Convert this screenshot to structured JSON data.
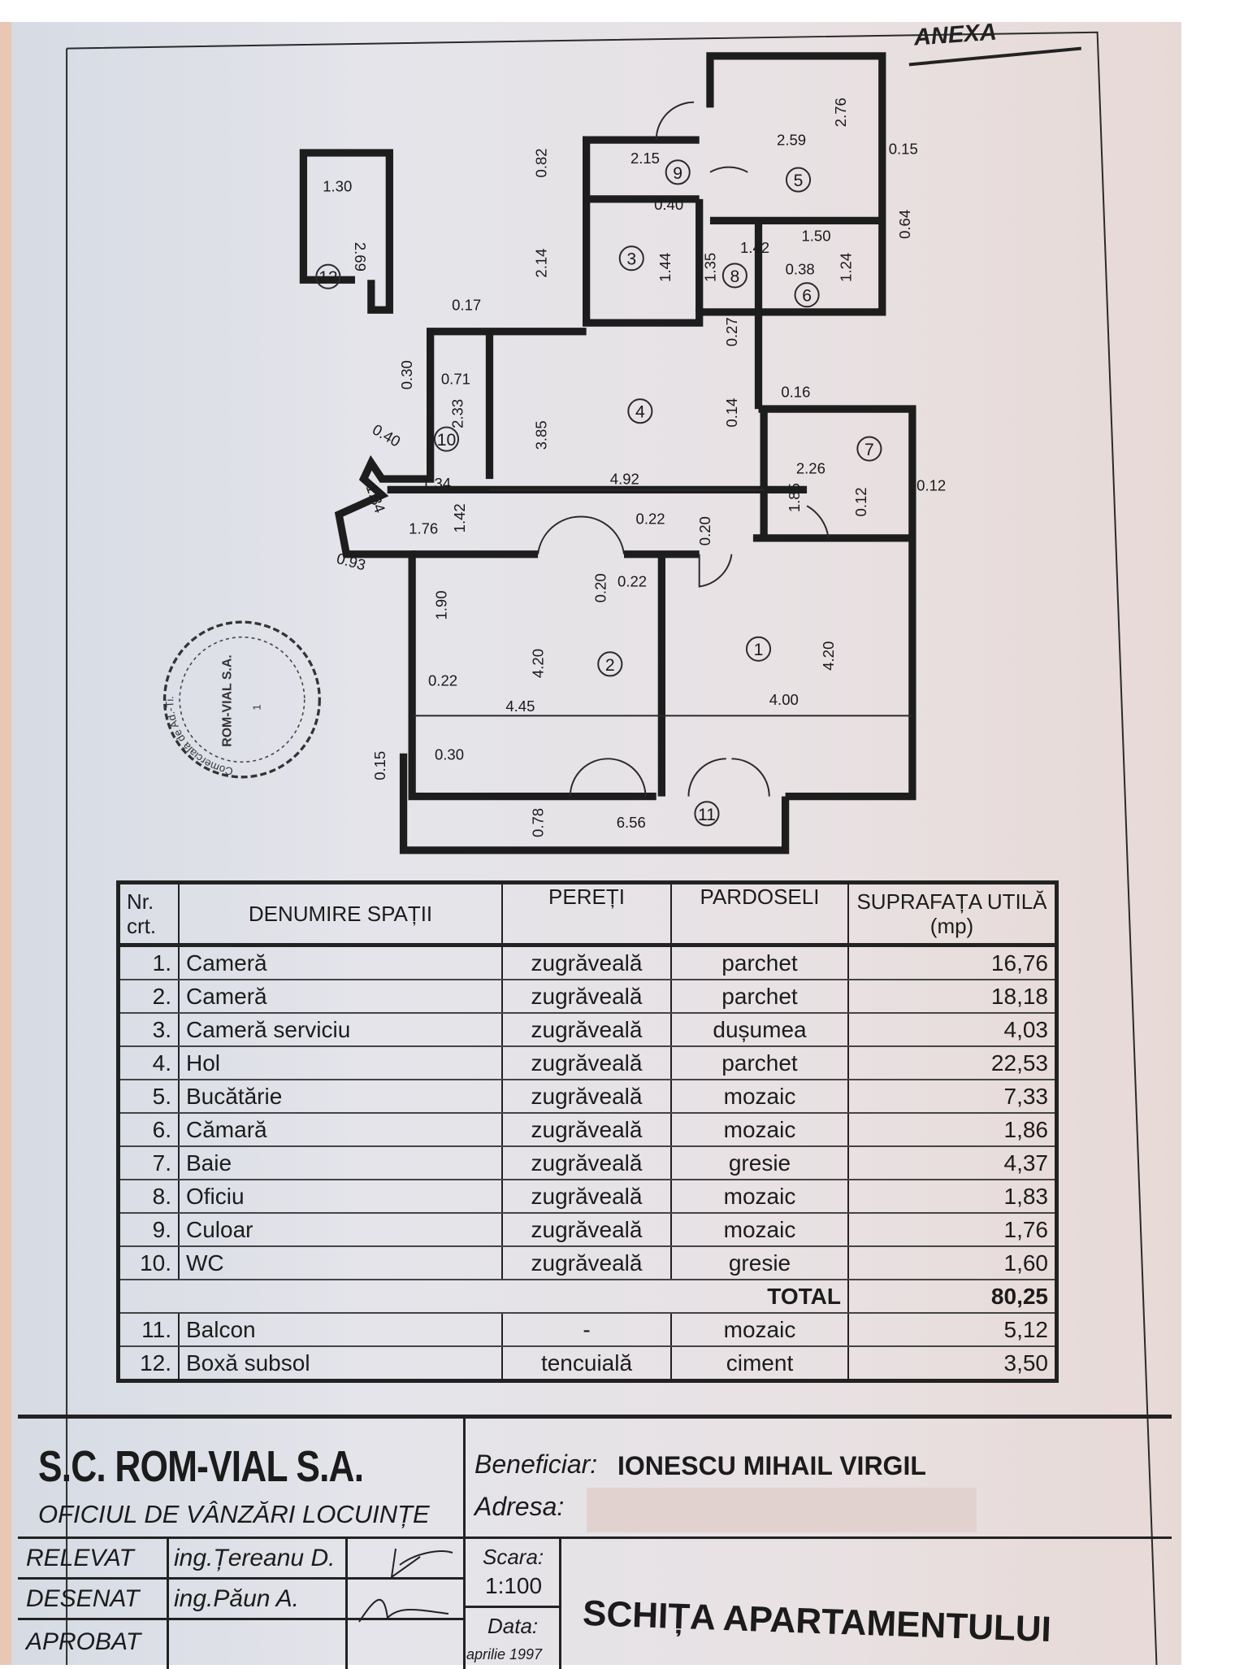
{
  "annex_label": "ANEXA",
  "plan": {
    "dimensions": [
      "1.30",
      "2.69",
      "0.82",
      "2.15",
      "0.40",
      "2.59",
      "2.76",
      "0.15",
      "0.64",
      "1.42",
      "1.50",
      "0.38",
      "1.24",
      "1.35",
      "1.44",
      "2.14",
      "0.17",
      "0.30",
      "0.71",
      "2.33",
      "0.40",
      "3.85",
      "0.27",
      "0.14",
      "0.16",
      "2.26",
      "4.92",
      "1.85",
      "0.12",
      "0.12",
      "1.34",
      "1.42",
      "1.34",
      "1.76",
      "0.22",
      "0.20",
      "0.93",
      "0.20",
      "0.22",
      "1.90",
      "4.20",
      "4.20",
      "0.22",
      "4.45",
      "4.00",
      "0.15",
      "0.30",
      "0.78",
      "6.56"
    ],
    "room_numbers": [
      "1",
      "2",
      "3",
      "4",
      "5",
      "6",
      "7",
      "8",
      "9",
      "10",
      "11",
      "12"
    ]
  },
  "stamp": {
    "ring_text": "Comercială de Ad.-Ti.",
    "center": "ROM-VIAL S.A.",
    "number": "1"
  },
  "table": {
    "headers": [
      "Nr. crt.",
      "DENUMIRE SPAȚII",
      "PEREȚI",
      "PARDOSELI",
      "SUPRAFAȚA UTILĂ (mp)"
    ],
    "rows": [
      [
        "1.",
        "Cameră",
        "zugrăveală",
        "parchet",
        "16,76"
      ],
      [
        "2.",
        "Cameră",
        "zugrăveală",
        "parchet",
        "18,18"
      ],
      [
        "3.",
        "Cameră serviciu",
        "zugrăveală",
        "dușumea",
        "4,03"
      ],
      [
        "4.",
        "Hol",
        "zugrăveală",
        "parchet",
        "22,53"
      ],
      [
        "5.",
        "Bucătărie",
        "zugrăveală",
        "mozaic",
        "7,33"
      ],
      [
        "6.",
        "Cămară",
        "zugrăveală",
        "mozaic",
        "1,86"
      ],
      [
        "7.",
        "Baie",
        "zugrăveală",
        "gresie",
        "4,37"
      ],
      [
        "8.",
        "Oficiu",
        "zugrăveală",
        "mozaic",
        "1,83"
      ],
      [
        "9.",
        "Culoar",
        "zugrăveală",
        "mozaic",
        "1,76"
      ],
      [
        "10.",
        "WC",
        "zugrăveală",
        "gresie",
        "1,60"
      ]
    ],
    "total_label": "TOTAL",
    "total_value": "80,25",
    "extra_rows": [
      [
        "11.",
        "Balcon",
        "-",
        "mozaic",
        "5,12"
      ],
      [
        "12.",
        "Boxă subsol",
        "tencuială",
        "ciment",
        "3,50"
      ]
    ]
  },
  "title_block": {
    "company": "S.C. ROM-VIAL S.A.",
    "office": "OFICIUL DE VÂNZĂRI LOCUINȚE",
    "beneficiary_label": "Beneficiar:",
    "beneficiary": "IONESCU MIHAIL VIRGIL",
    "address_label": "Adresa:",
    "roles": [
      {
        "role": "RELEVAT",
        "name": "ing.Țereanu D."
      },
      {
        "role": "DESENAT",
        "name": "ing.Păun A."
      },
      {
        "role": "APROBAT",
        "name": ""
      }
    ],
    "scale_label": "Scara:",
    "scale": "1:100",
    "date_label": "Data:",
    "date": "aprilie 1997",
    "drawing_title": "SCHIȚA APARTAMENTULUI"
  }
}
